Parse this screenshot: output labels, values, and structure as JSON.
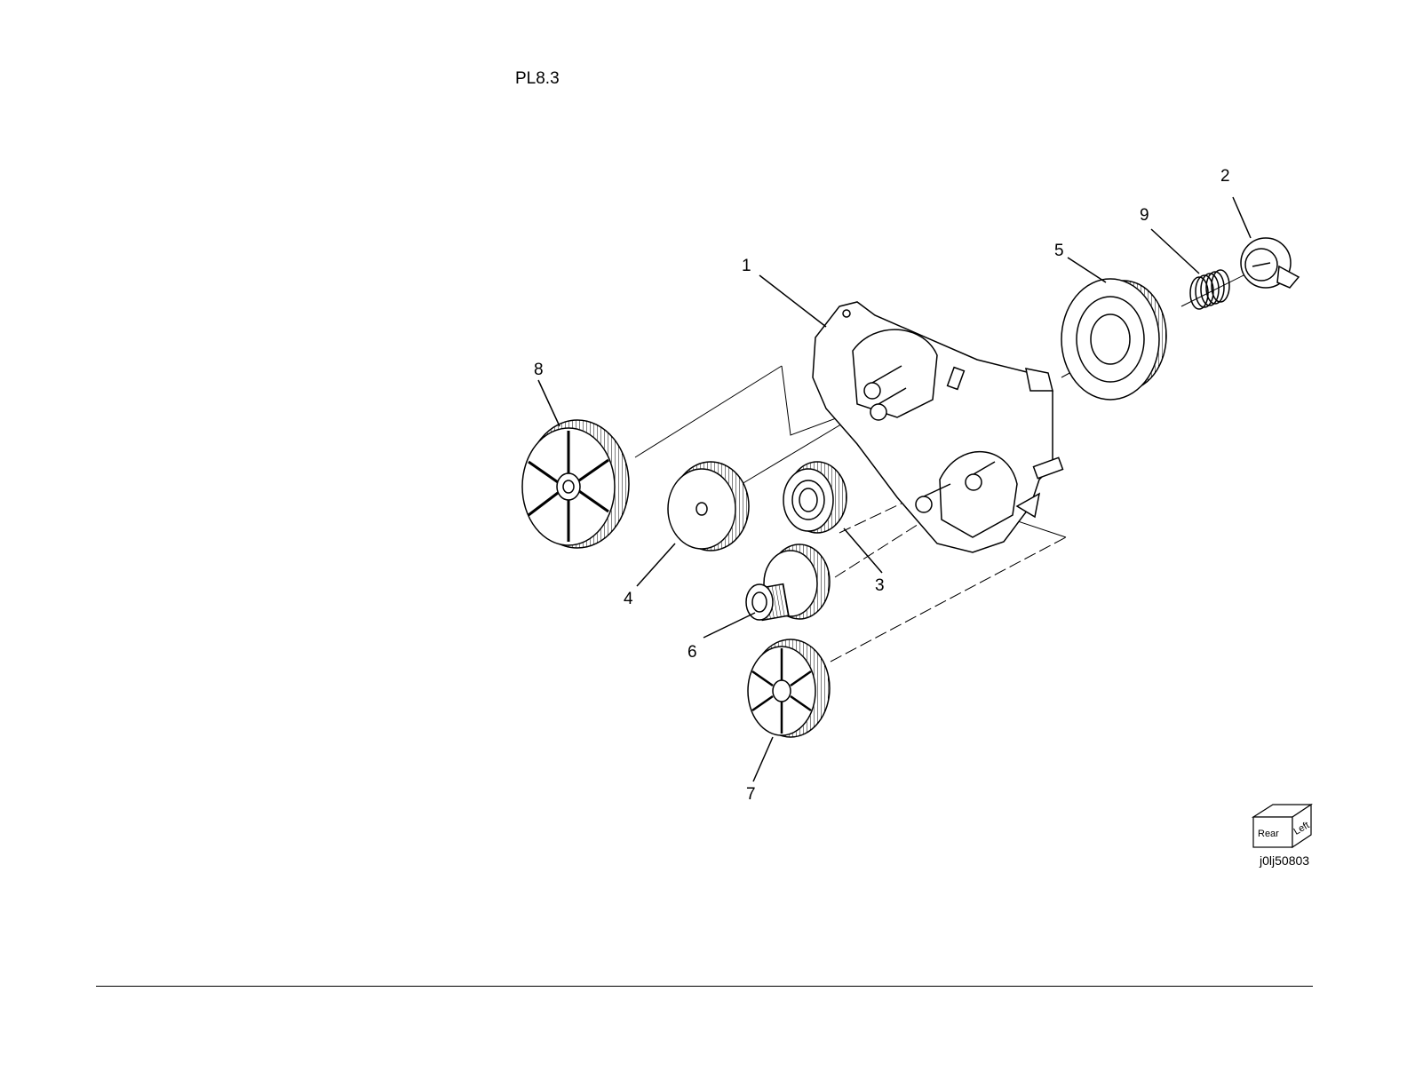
{
  "page": {
    "label": "PL8.3",
    "figure_id": "j0lj50803"
  },
  "callouts": [
    "1",
    "2",
    "3",
    "4",
    "5",
    "6",
    "7",
    "8",
    "9"
  ],
  "orientation": {
    "face_1": "Rear",
    "face_2": "Left"
  },
  "colors": {
    "line": "#000000",
    "background": "#ffffff"
  }
}
